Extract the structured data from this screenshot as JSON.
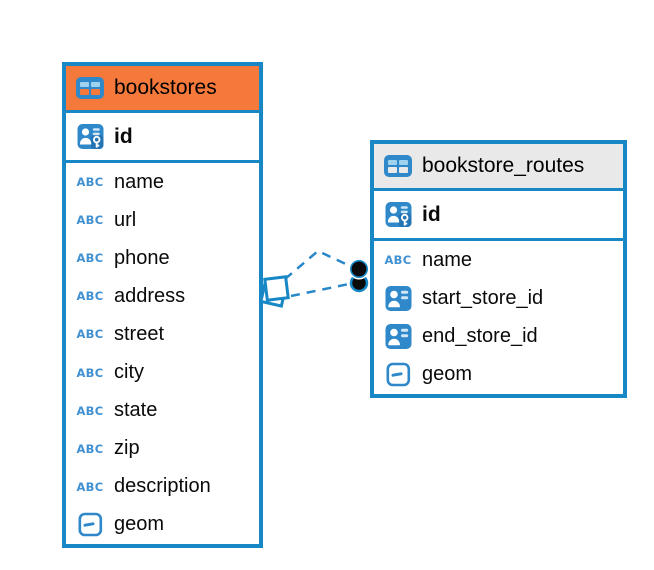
{
  "canvas": {
    "background": "#ffffff"
  },
  "colors": {
    "table_border": "#1787c6",
    "relationship_line": "#2787c9",
    "icon_blue": "#2f88c9",
    "icon_light_blue": "#cfe6f7",
    "bookstores_header": "#f6793c",
    "routes_header": "#e9e9e9",
    "text": "#0a0a0a"
  },
  "tables": [
    {
      "name": "bookstores",
      "header_background": "#f6793c",
      "header_icon": "table-icon",
      "columns": [
        {
          "name": "id",
          "icon": "primary-key-icon",
          "primary_key": true
        },
        {
          "name": "name",
          "icon": "text-type-icon"
        },
        {
          "name": "url",
          "icon": "text-type-icon"
        },
        {
          "name": "phone",
          "icon": "text-type-icon"
        },
        {
          "name": "address",
          "icon": "text-type-icon"
        },
        {
          "name": "street",
          "icon": "text-type-icon"
        },
        {
          "name": "city",
          "icon": "text-type-icon"
        },
        {
          "name": "state",
          "icon": "text-type-icon"
        },
        {
          "name": "zip",
          "icon": "text-type-icon"
        },
        {
          "name": "description",
          "icon": "text-type-icon"
        },
        {
          "name": "geom",
          "icon": "geometry-type-icon"
        }
      ]
    },
    {
      "name": "bookstore_routes",
      "header_background": "#e9e9e9",
      "header_icon": "table-icon",
      "columns": [
        {
          "name": "id",
          "icon": "primary-key-icon",
          "primary_key": true
        },
        {
          "name": "name",
          "icon": "text-type-icon"
        },
        {
          "name": "start_store_id",
          "icon": "person-reference-icon"
        },
        {
          "name": "end_store_id",
          "icon": "person-reference-icon"
        },
        {
          "name": "geom",
          "icon": "geometry-type-icon"
        }
      ]
    }
  ],
  "relationships": {
    "between": [
      "bookstores",
      "bookstore_routes"
    ],
    "line_count": 2,
    "style": "dashed",
    "color": "#2787c9",
    "left_end_marker": "stacked-squares-marker",
    "right_end_marker": "stacked-dots-marker"
  }
}
